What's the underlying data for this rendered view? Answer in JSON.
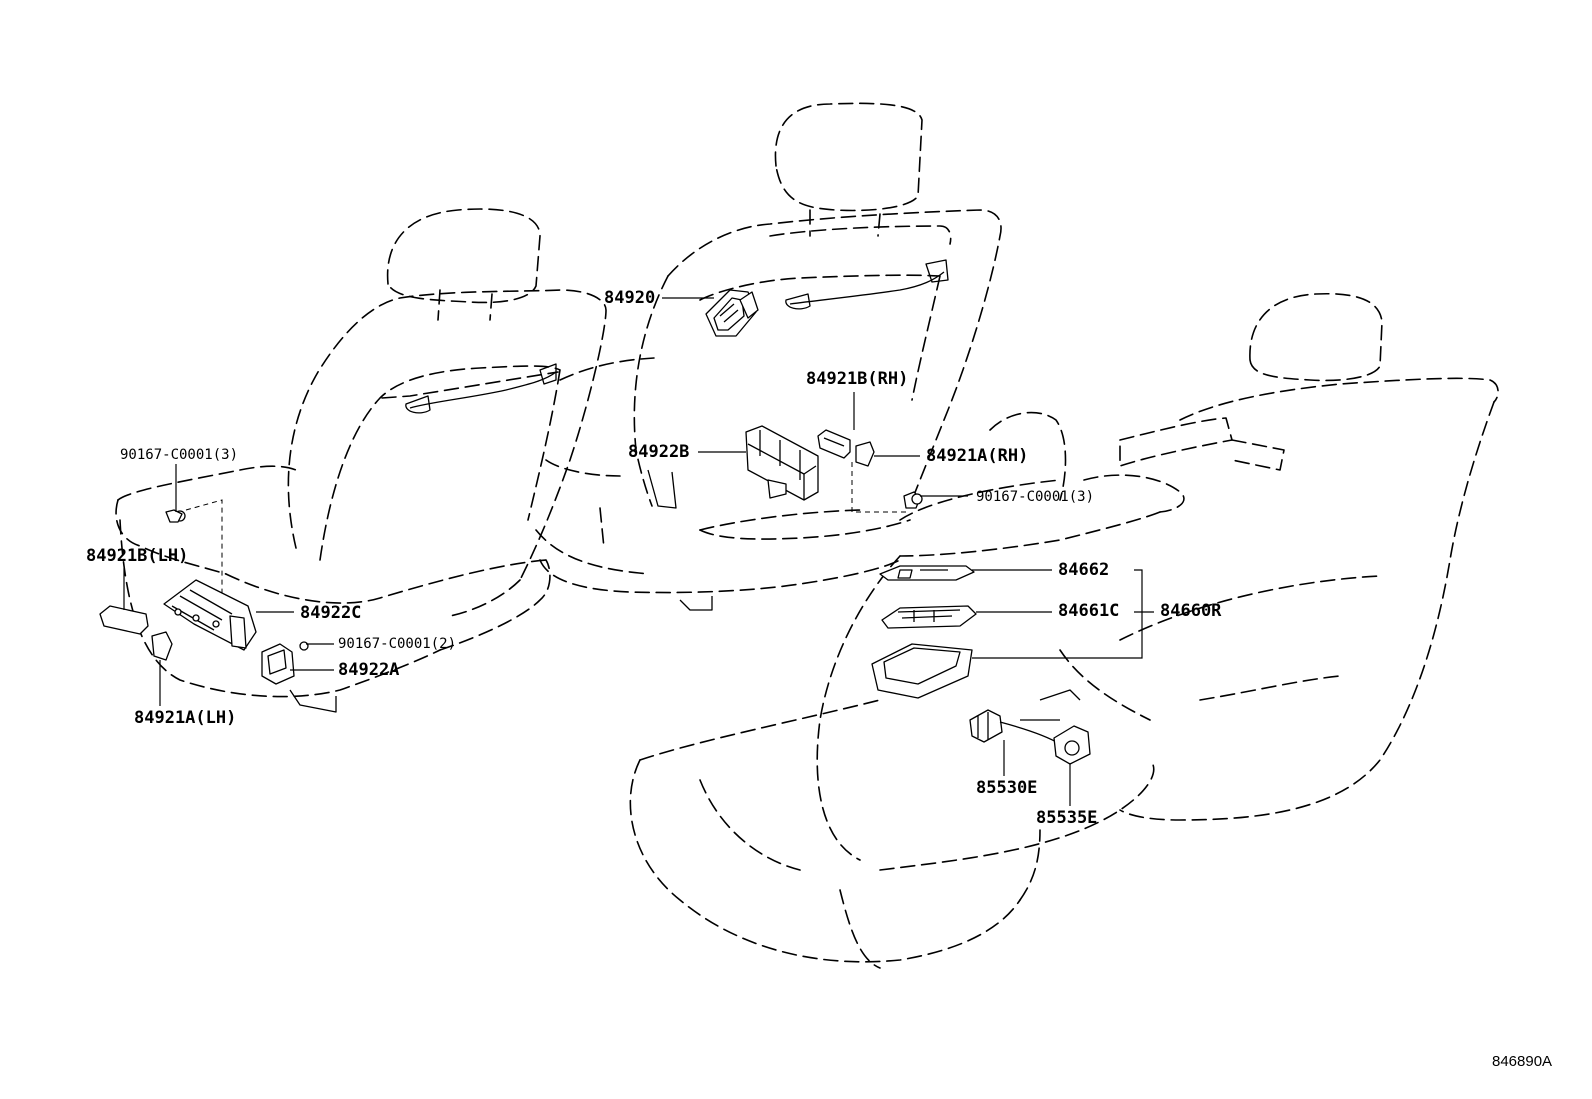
{
  "diagram": {
    "reference_code": "846890A",
    "callouts": [
      {
        "id": "p84920",
        "text": "84920"
      },
      {
        "id": "p84921b_rh",
        "text": "84921B(RH)"
      },
      {
        "id": "p84922b",
        "text": "84922B"
      },
      {
        "id": "p84921a_rh",
        "text": "84921A(RH)"
      },
      {
        "id": "p90167_rh",
        "text": "90167-C0001(3)"
      },
      {
        "id": "p90167_lh_top",
        "text": "90167-C0001(3)"
      },
      {
        "id": "p84921b_lh",
        "text": "84921B(LH)"
      },
      {
        "id": "p84922c",
        "text": "84922C"
      },
      {
        "id": "p90167_lh_bot",
        "text": "90167-C0001(2)"
      },
      {
        "id": "p84922a",
        "text": "84922A"
      },
      {
        "id": "p84921a_lh",
        "text": "84921A(LH)"
      },
      {
        "id": "p84662",
        "text": "84662"
      },
      {
        "id": "p84661c",
        "text": "84661C"
      },
      {
        "id": "p84660r",
        "text": "84660R"
      },
      {
        "id": "p85530e",
        "text": "85530E"
      },
      {
        "id": "p85535e",
        "text": "85535E"
      }
    ]
  }
}
